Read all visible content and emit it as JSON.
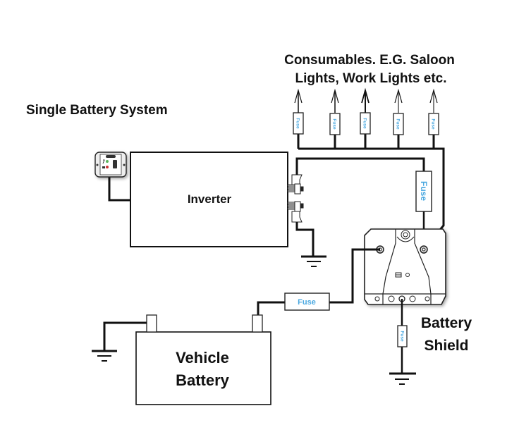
{
  "title": "Single Battery System",
  "consumables_label": {
    "line1": "Consumables. E.G. Saloon",
    "line2": "Lights, Work Lights etc."
  },
  "components": {
    "inverter": "Inverter",
    "vehicle_battery": {
      "line1": "Vehicle",
      "line2": "Battery"
    },
    "battery_shield": {
      "line1": "Battery",
      "line2": "Shield"
    }
  },
  "fuse_label": "Fuse",
  "consumer_fuse_count": 5,
  "colors": {
    "wire": "#111111",
    "fuse_text": "#4aa8e0",
    "text": "#111111",
    "background": "#ffffff"
  },
  "icons": {
    "remote_panel": "inverter-remote-panel-icon",
    "ground": "ground-symbol-icon",
    "arrow": "output-arrow-icon"
  }
}
